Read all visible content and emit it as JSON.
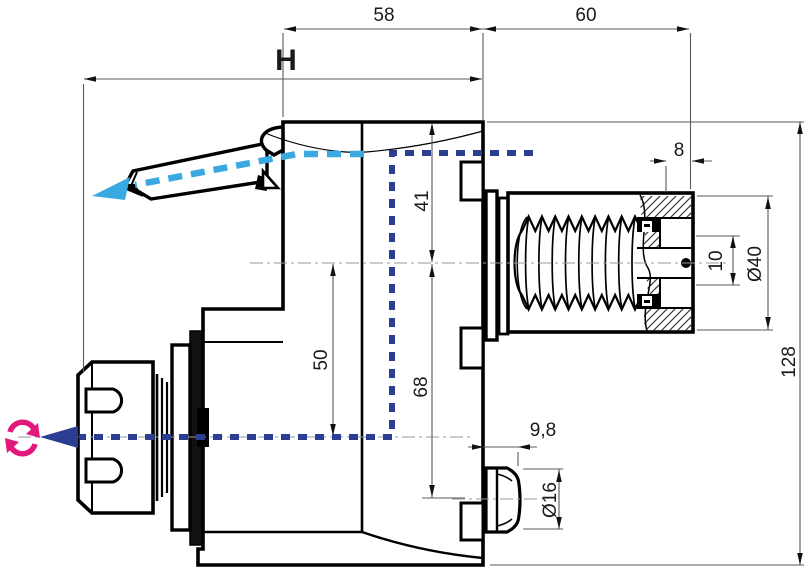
{
  "drawing": {
    "type": "technical-drawing",
    "subject": "VDI angular tool holder, side cross-section view"
  },
  "dims": {
    "body_width": "58",
    "shank_length": "60",
    "height_ref": "H",
    "groove_offset": "8",
    "top_to_shank_axis": "41",
    "axis_to_axis": "50",
    "shank_axis_to_screw_axis": "68",
    "bore_height": "10",
    "shank_diameter": "Ø40",
    "overall_height": "128",
    "screw_protrusion": "9,8",
    "screw_diameter": "Ø16"
  },
  "colors": {
    "coolant_path": "#3aa9e2",
    "spindle_path": "#2b3e92",
    "rotation_icon": "#e2187d",
    "outline": "#000000",
    "dimension_line": "#5a5a5a",
    "centerline": "#9a9a9a"
  },
  "icons": {
    "rotation_icon": "clockwise-rotation-arrows",
    "coolant_arrow": "coolant-flow-arrow",
    "spindle_arrow": "spindle-axis-arrow"
  }
}
